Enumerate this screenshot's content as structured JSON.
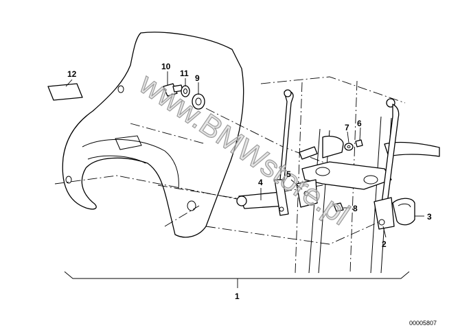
{
  "diagram": {
    "watermark": "www.BMWstore.pl",
    "reference_number": "00005807",
    "callouts": [
      {
        "id": "c1",
        "label": "1"
      },
      {
        "id": "c2",
        "label": "2"
      },
      {
        "id": "c3",
        "label": "3"
      },
      {
        "id": "c4",
        "label": "4"
      },
      {
        "id": "c5",
        "label": "5"
      },
      {
        "id": "c6",
        "label": "6"
      },
      {
        "id": "c7",
        "label": "7"
      },
      {
        "id": "c8",
        "label": "8"
      },
      {
        "id": "c9",
        "label": "9"
      },
      {
        "id": "c10",
        "label": "10"
      },
      {
        "id": "c11",
        "label": "11"
      },
      {
        "id": "c12",
        "label": "12"
      }
    ]
  }
}
